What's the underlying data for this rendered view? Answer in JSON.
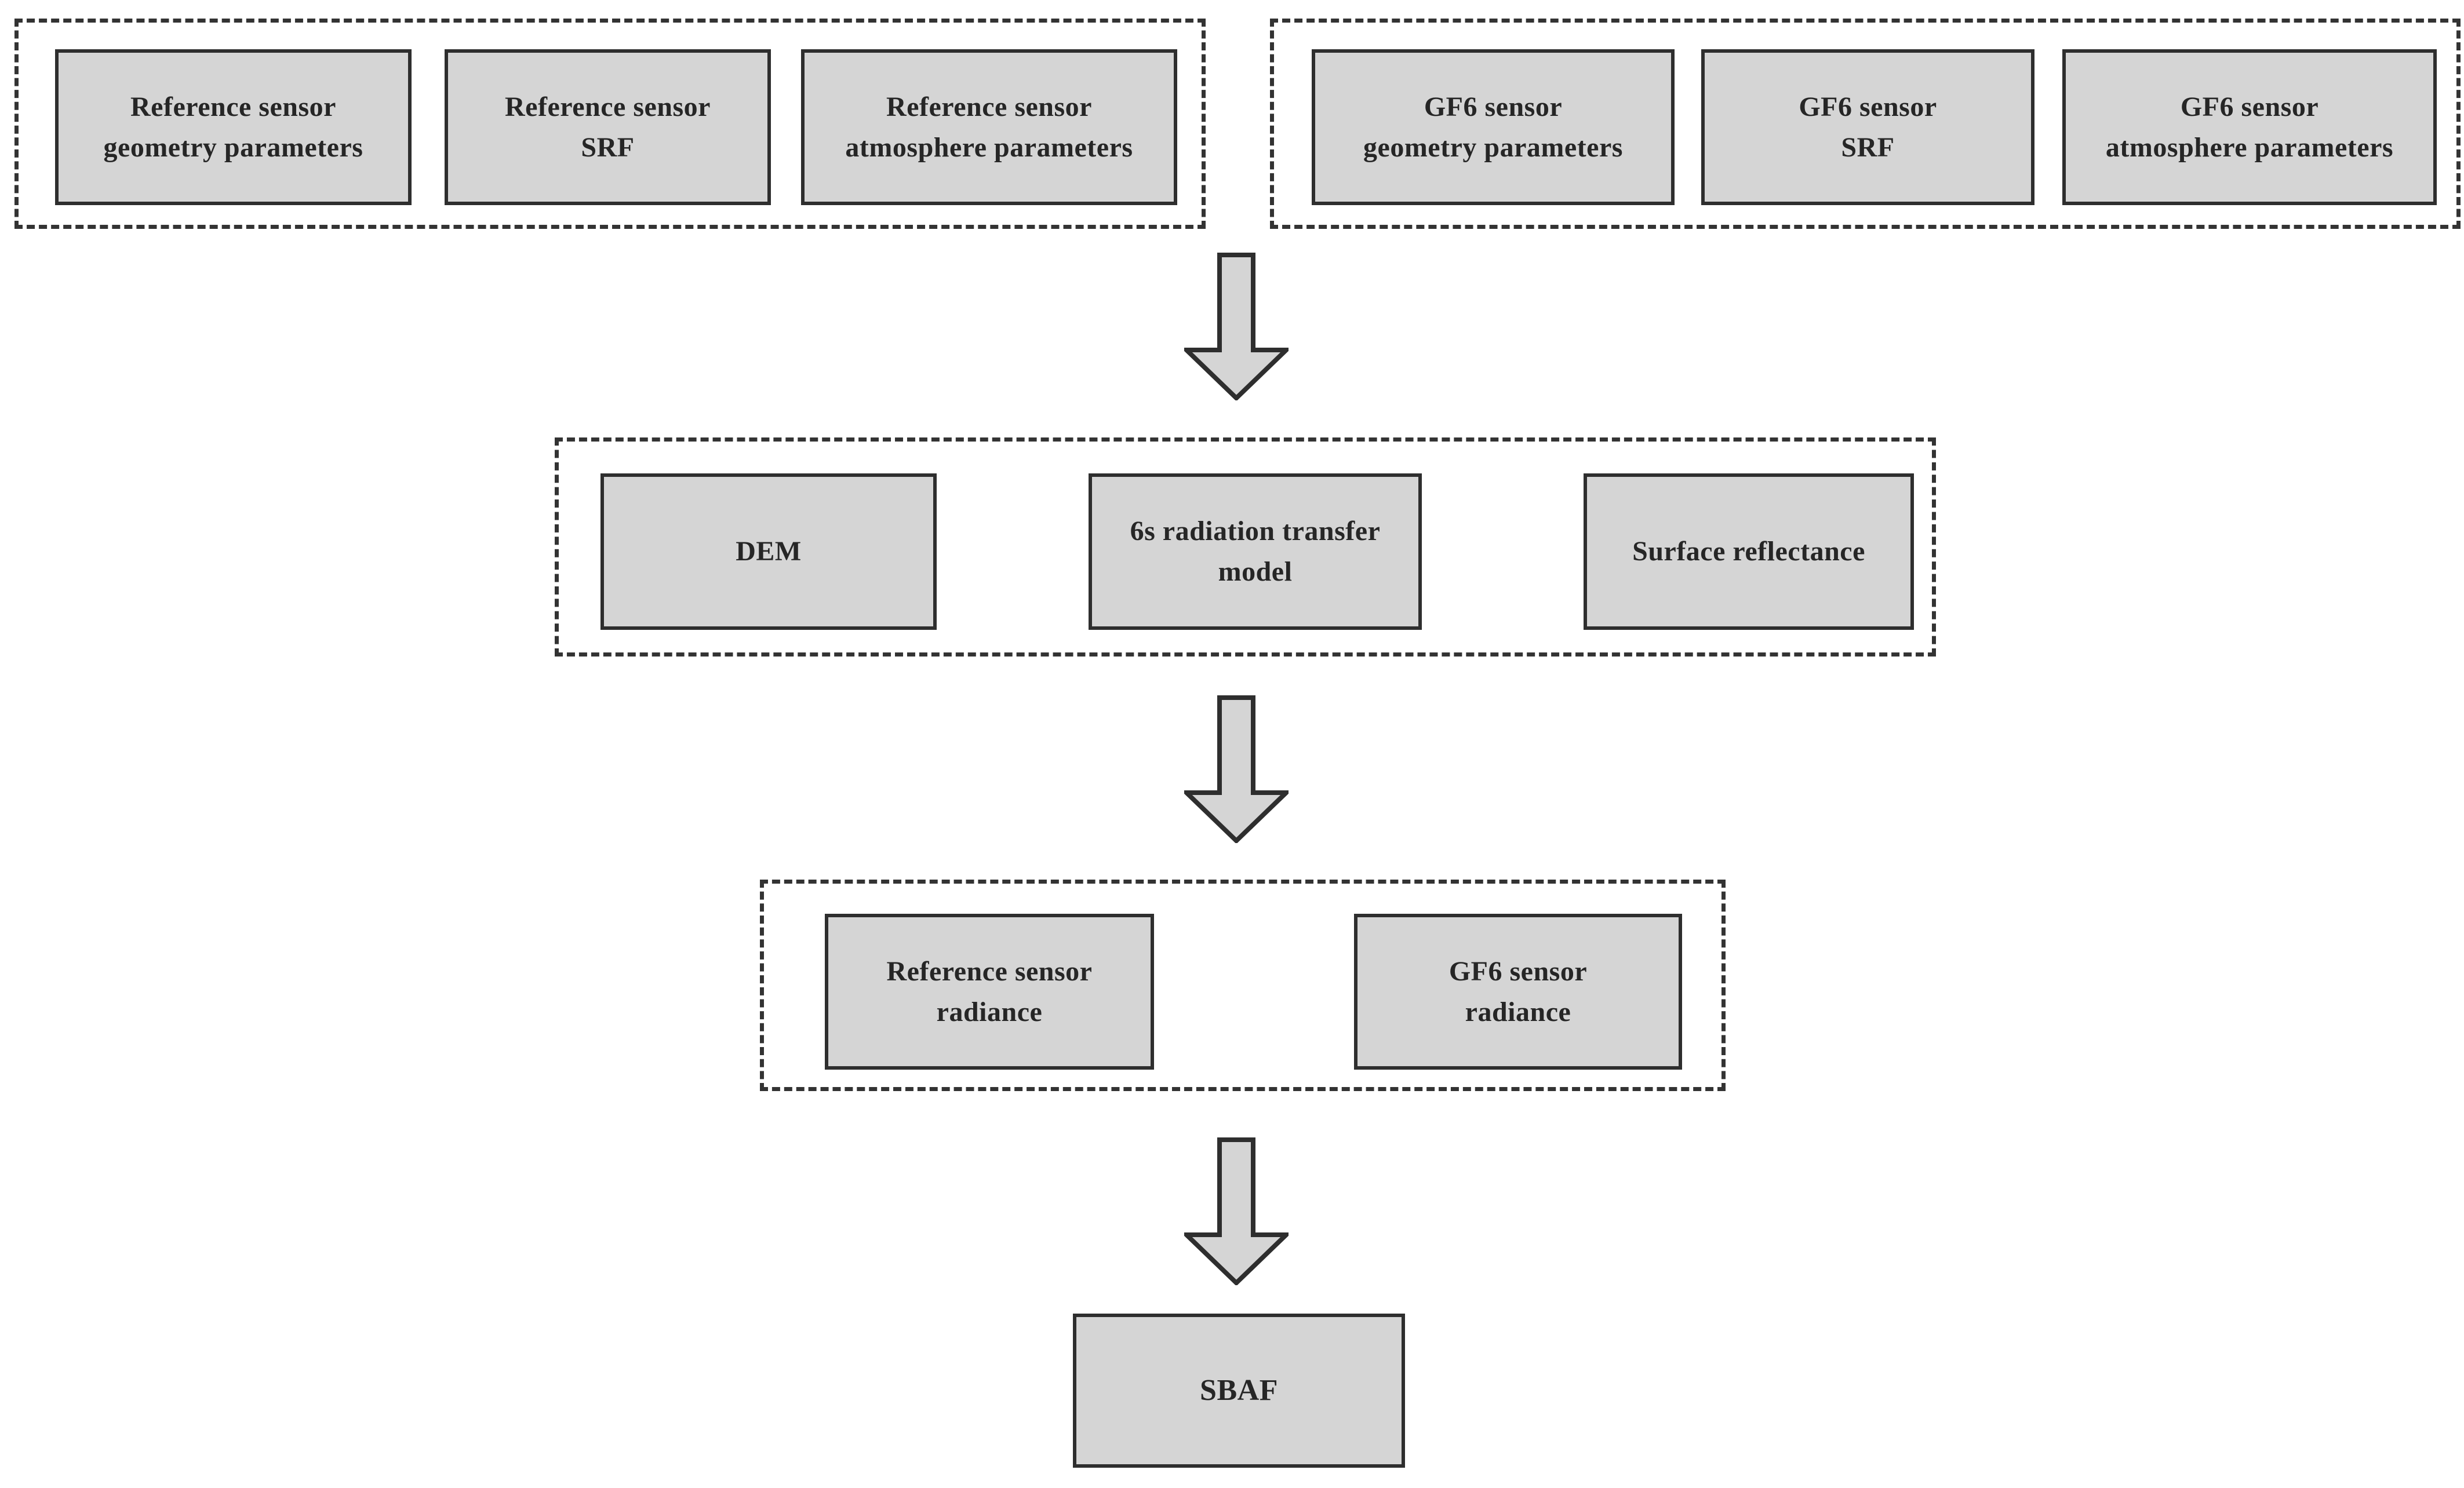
{
  "figure": {
    "type": "flowchart",
    "description": "SBAF calculation workflow diagram"
  },
  "colors": {
    "background": "#ffffff",
    "box_fill": "#d5d5d5",
    "box_border": "#2e2e2e",
    "group_border": "#333333",
    "text": "#262626"
  },
  "groups": {
    "reference": {
      "boxes": [
        {
          "label": "Reference sensor\ngeometry parameters"
        },
        {
          "label": "Reference sensor\nSRF"
        },
        {
          "label": "Reference sensor\natmosphere parameters"
        }
      ]
    },
    "gf6": {
      "boxes": [
        {
          "label": "GF6 sensor\ngeometry parameters"
        },
        {
          "label": "GF6 sensor\nSRF"
        },
        {
          "label": "GF6 sensor\natmosphere parameters"
        }
      ]
    },
    "model": {
      "boxes": [
        {
          "label": "DEM"
        },
        {
          "label": "6s radiation transfer\nmodel"
        },
        {
          "label": "Surface reflectance"
        }
      ]
    },
    "radiance": {
      "boxes": [
        {
          "label": "Reference sensor\nradiance"
        },
        {
          "label": "GF6 sensor\nradiance"
        }
      ]
    }
  },
  "output_box": {
    "label": "SBAF"
  },
  "icons": {
    "down_arrow": "block-arrow-down"
  }
}
